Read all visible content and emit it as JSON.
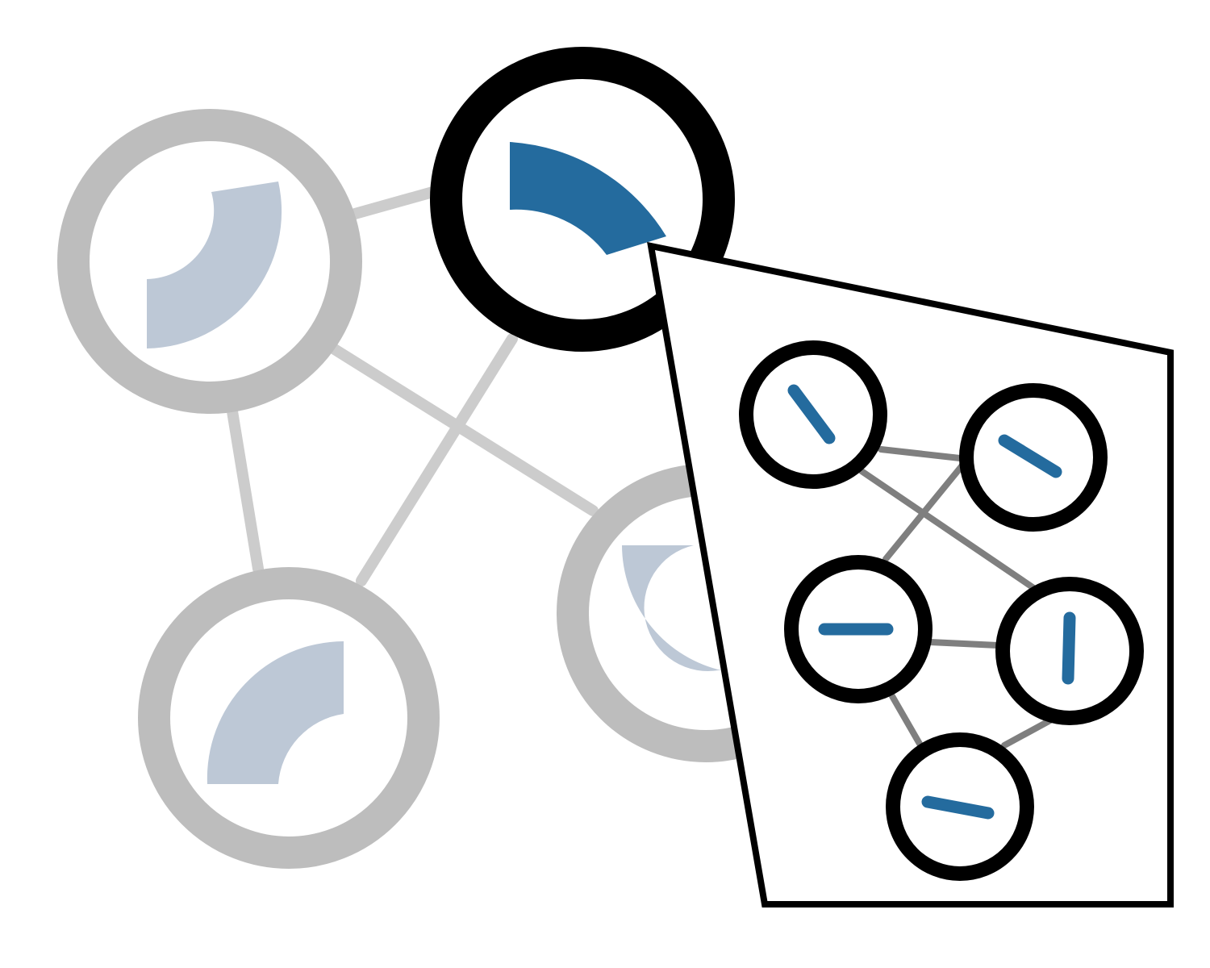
{
  "diagram": {
    "type": "network-zoom",
    "description_level": "no-text",
    "colors": {
      "background": "#ffffff",
      "outer_edge": "#cccccc",
      "outer_ring": "#bdbdbd",
      "outer_fill": "#bdc8d6",
      "highlight_ring": "#000000",
      "highlight_fill": "#246b9e",
      "inner_edge": "#7f7f7f",
      "inner_ring": "#000000",
      "inner_fill": "#246b9e",
      "panel_border": "#000000"
    },
    "outer_nodes": [
      {
        "id": "outer-node-top-left",
        "icon": "arc-segment-icon",
        "highlighted": false
      },
      {
        "id": "outer-node-top-center",
        "icon": "arc-segment-icon",
        "highlighted": true
      },
      {
        "id": "outer-node-bottom-left",
        "icon": "arc-segment-icon",
        "highlighted": false
      },
      {
        "id": "outer-node-bottom-right",
        "icon": "arc-segment-icon",
        "highlighted": false
      }
    ],
    "inner_nodes": [
      {
        "id": "inner-node-1",
        "icon": "dash-icon"
      },
      {
        "id": "inner-node-2",
        "icon": "dash-icon"
      },
      {
        "id": "inner-node-3",
        "icon": "dash-icon"
      },
      {
        "id": "inner-node-4",
        "icon": "dash-icon"
      },
      {
        "id": "inner-node-5",
        "icon": "dash-icon"
      }
    ]
  }
}
